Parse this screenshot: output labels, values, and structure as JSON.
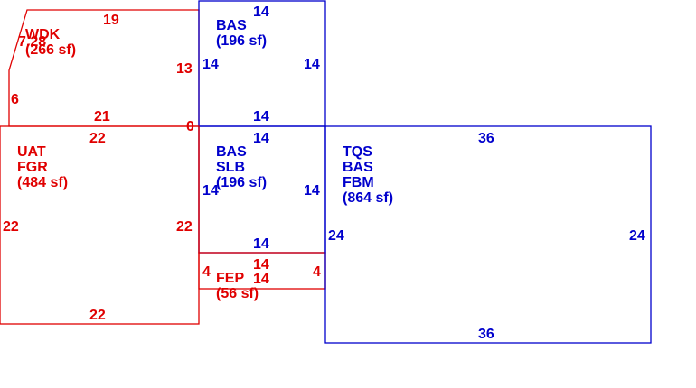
{
  "colors": {
    "red": "#e00000",
    "blue": "#0000cc"
  },
  "areas": {
    "wdk": {
      "lines": [
        "WDK",
        "(266 sf)"
      ]
    },
    "bas1": {
      "lines": [
        "BAS",
        "(196 sf)"
      ]
    },
    "uat": {
      "lines": [
        "UAT",
        "FGR",
        "(484 sf)"
      ]
    },
    "bas2": {
      "lines": [
        "BAS",
        "SLB",
        "(196 sf)"
      ]
    },
    "tqs": {
      "lines": [
        "TQS",
        "BAS",
        "FBM",
        "(864 sf)"
      ]
    },
    "fep": {
      "lines": [
        "FEP",
        "(56 sf)"
      ]
    }
  },
  "dimensions": {
    "wdk_top": "19",
    "wdk_diag": "7.28",
    "wdk_left": "6",
    "wdk_right": "13",
    "wdk_bottom": "21",
    "zero": "0",
    "bas1_top": "14",
    "bas1_left": "14",
    "bas1_right": "14",
    "bas1_bottom": "14",
    "uat_top": "22",
    "uat_left": "22",
    "uat_right": "22",
    "uat_bottom": "22",
    "bas2_top": "14",
    "bas2_left": "14",
    "bas2_right": "14",
    "bas2_bottom": "14",
    "fep_top": "14",
    "fep_left": "4",
    "fep_right": "4",
    "fep_bottom": "14",
    "tqs_top": "36",
    "tqs_left": "24",
    "tqs_right": "24",
    "tqs_bottom": "36"
  }
}
